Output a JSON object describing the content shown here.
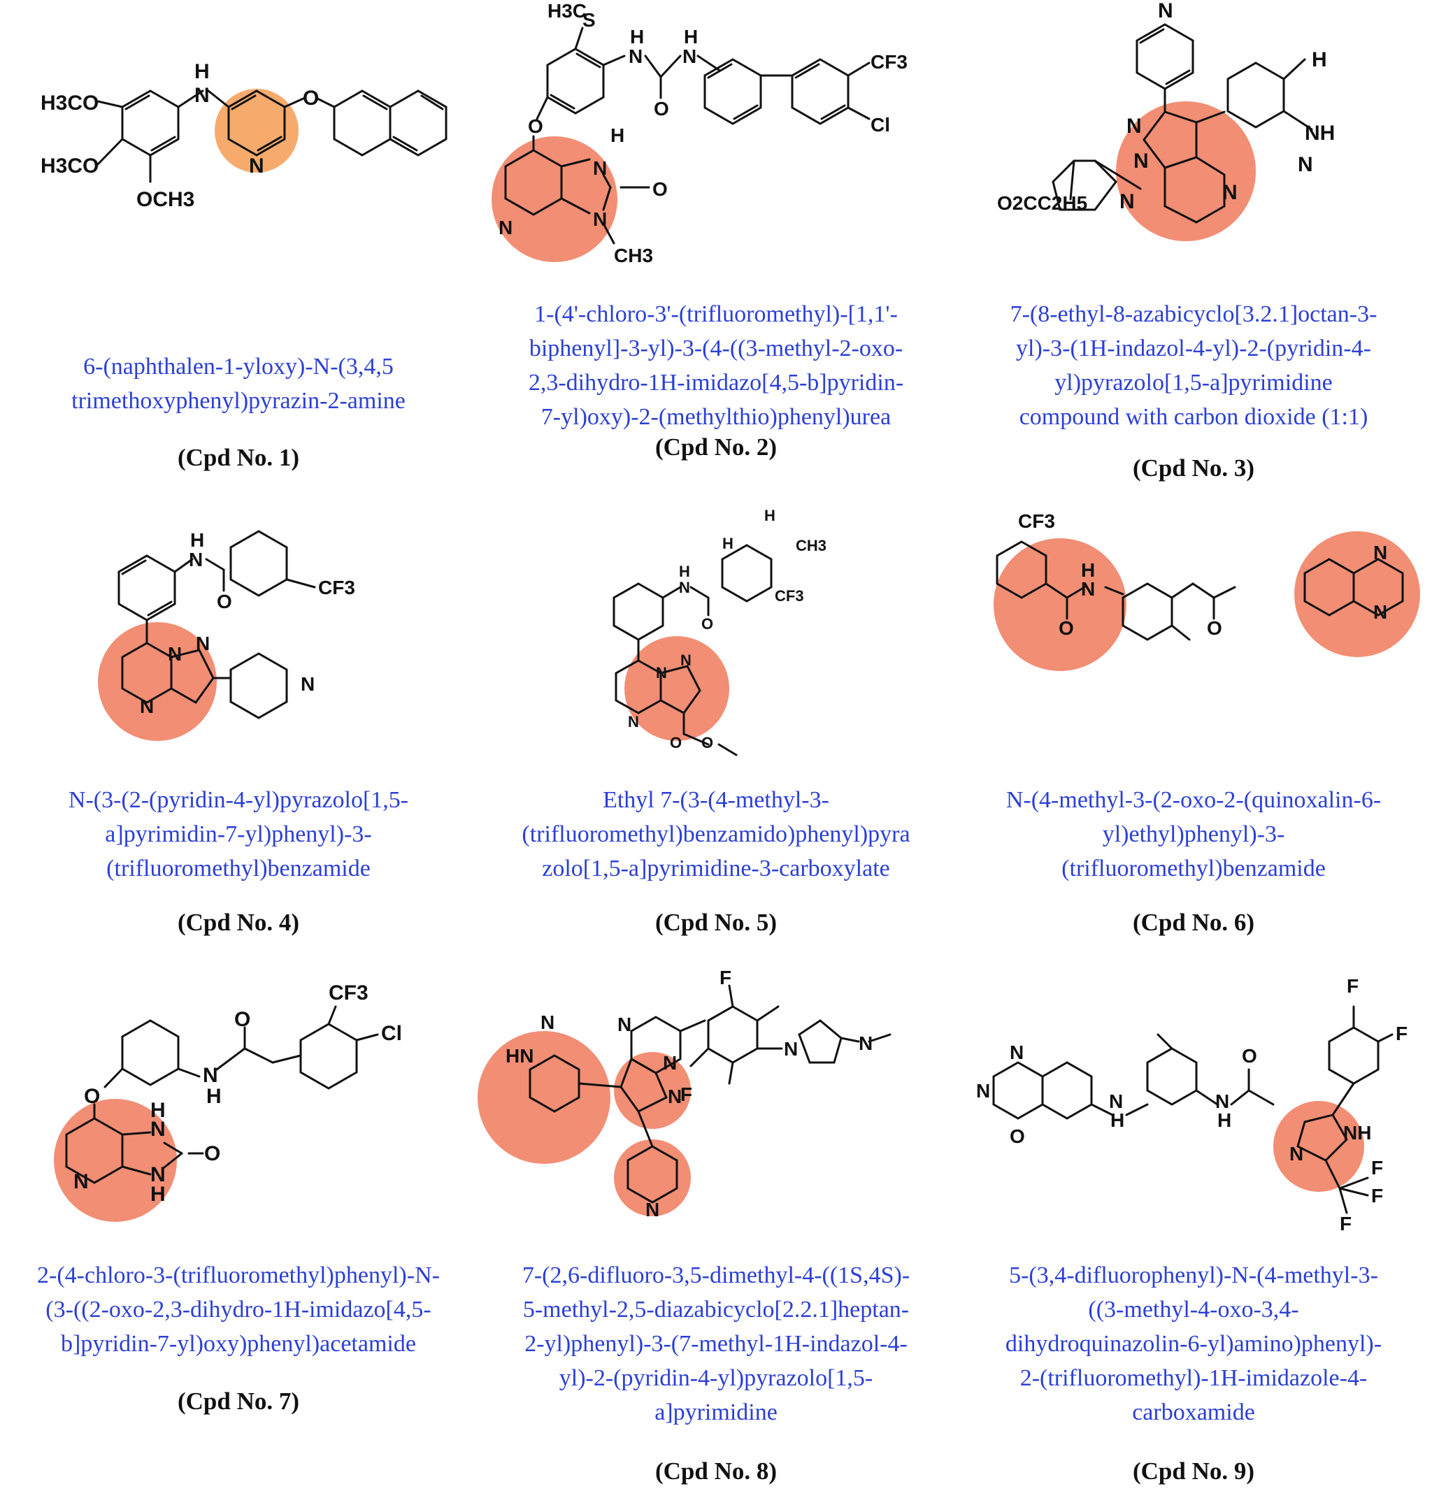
{
  "colors": {
    "name_text": "#2b3fd6",
    "highlight_orange": "#f5a25d",
    "highlight_red": "#f07a5c",
    "label_text": "#111111"
  },
  "compounds": [
    {
      "label": "(Cpd No. 1)",
      "name_lines": [
        "6-(naphthalen-1-yloxy)-N-(3,4,5",
        "trimethoxyphenyl)pyrazin-2-amine"
      ],
      "atoms": {
        "a1": "H3CO",
        "a2": "H3CO",
        "a3": "OCH3",
        "a4": "H",
        "a5": "N",
        "a6": "N",
        "a7": "O"
      }
    },
    {
      "label": "(Cpd No. 2)",
      "name_lines": [
        "1-(4'-chloro-3'-(trifluoromethyl)-[1,1'-",
        "biphenyl]-3-yl)-3-(4-((3-methyl-2-oxo-",
        "2,3-dihydro-1H-imidazo[4,5-b]pyridin-",
        "7-yl)oxy)-2-(methylthio)phenyl)urea"
      ],
      "atoms": {
        "a1": "H3C",
        "a2": "S",
        "a3": "H",
        "a4": "N",
        "a5": "H",
        "a6": "N",
        "a7": "O",
        "a8": "CF3",
        "a9": "Cl",
        "a10": "O",
        "a11": "H",
        "a12": "N",
        "a13": "O",
        "a14": "N",
        "a15": "N",
        "a16": "CH3"
      }
    },
    {
      "label": "(Cpd No. 3)",
      "name_lines": [
        "7-(8-ethyl-8-azabicyclo[3.2.1]octan-3-",
        "yl)-3-(1H-indazol-4-yl)-2-(pyridin-4-",
        "yl)pyrazolo[1,5-a]pyrimidine",
        "compound with carbon dioxide (1:1)"
      ],
      "atoms": {
        "a1": "N",
        "a2": "H",
        "a3": "NH",
        "a4": "N",
        "a5": "N",
        "a6": "N",
        "a7": "N",
        "a8": "O2CC2H5",
        "a9": "N"
      }
    },
    {
      "label": "(Cpd No. 4)",
      "name_lines": [
        "N-(3-(2-(pyridin-4-yl)pyrazolo[1,5-",
        "a]pyrimidin-7-yl)phenyl)-3-",
        "(trifluoromethyl)benzamide"
      ],
      "atoms": {
        "a1": "H",
        "a2": "N",
        "a3": "O",
        "a4": "CF3",
        "a5": "N",
        "a6": "N",
        "a7": "N",
        "a8": "N"
      }
    },
    {
      "label": "(Cpd No. 5)",
      "name_lines": [
        "Ethyl 7-(3-(4-methyl-3-",
        "(trifluoromethyl)benzamido)phenyl)pyra",
        "zolo[1,5-a]pyrimidine-3-carboxylate"
      ],
      "atoms": {
        "a1": "H",
        "a2": "H",
        "a3": "CH3",
        "a4": "H",
        "a5": "N",
        "a6": "O",
        "a7": "CF3",
        "a8": "N",
        "a9": "N",
        "a10": "N",
        "a11": "O",
        "a12": "O"
      }
    },
    {
      "label": "(Cpd No. 6)",
      "name_lines": [
        "N-(4-methyl-3-(2-oxo-2-(quinoxalin-6-",
        "yl)ethyl)phenyl)-3-",
        "(trifluoromethyl)benzamide"
      ],
      "atoms": {
        "a1": "CF3",
        "a2": "H",
        "a3": "N",
        "a4": "O",
        "a5": "O",
        "a6": "N",
        "a7": "N"
      }
    },
    {
      "label": "(Cpd No. 7)",
      "name_lines": [
        "2-(4-chloro-3-(trifluoromethyl)phenyl)-N-",
        "(3-((2-oxo-2,3-dihydro-1H-imidazo[4,5-",
        "b]pyridin-7-yl)oxy)phenyl)acetamide"
      ],
      "atoms": {
        "a1": "CF3",
        "a2": "Cl",
        "a3": "O",
        "a4": "N",
        "a5": "H",
        "a6": "O",
        "a7": "H",
        "a8": "N",
        "a9": "O",
        "a10": "N",
        "a11": "N",
        "a12": "H"
      }
    },
    {
      "label": "(Cpd No. 8)",
      "name_lines": [
        "7-(2,6-difluoro-3,5-dimethyl-4-((1S,4S)-",
        "5-methyl-2,5-diazabicyclo[2.2.1]heptan-",
        "2-yl)phenyl)-3-(7-methyl-1H-indazol-4-",
        "yl)-2-(pyridin-4-yl)pyrazolo[1,5-",
        "a]pyrimidine"
      ],
      "atoms": {
        "a1": "F",
        "a2": "N",
        "a3": "N",
        "a4": "HN",
        "a5": "N",
        "a6": "N",
        "a7": "F",
        "a8": "N",
        "a9": "N",
        "a10": "N"
      }
    },
    {
      "label": "(Cpd No. 9)",
      "name_lines": [
        "5-(3,4-difluorophenyl)-N-(4-methyl-3-",
        "((3-methyl-4-oxo-3,4-",
        "dihydroquinazolin-6-yl)amino)phenyl)-",
        "2-(trifluoromethyl)-1H-imidazole-4-",
        "carboxamide"
      ],
      "atoms": {
        "a1": "F",
        "a2": "F",
        "a3": "N",
        "a4": "O",
        "a5": "N",
        "a6": "NH",
        "a7": "N",
        "a8": "H",
        "a9": "N",
        "a10": "H",
        "a11": "O",
        "a12": "N",
        "a13": "F",
        "a14": "F",
        "a15": "F"
      }
    }
  ]
}
